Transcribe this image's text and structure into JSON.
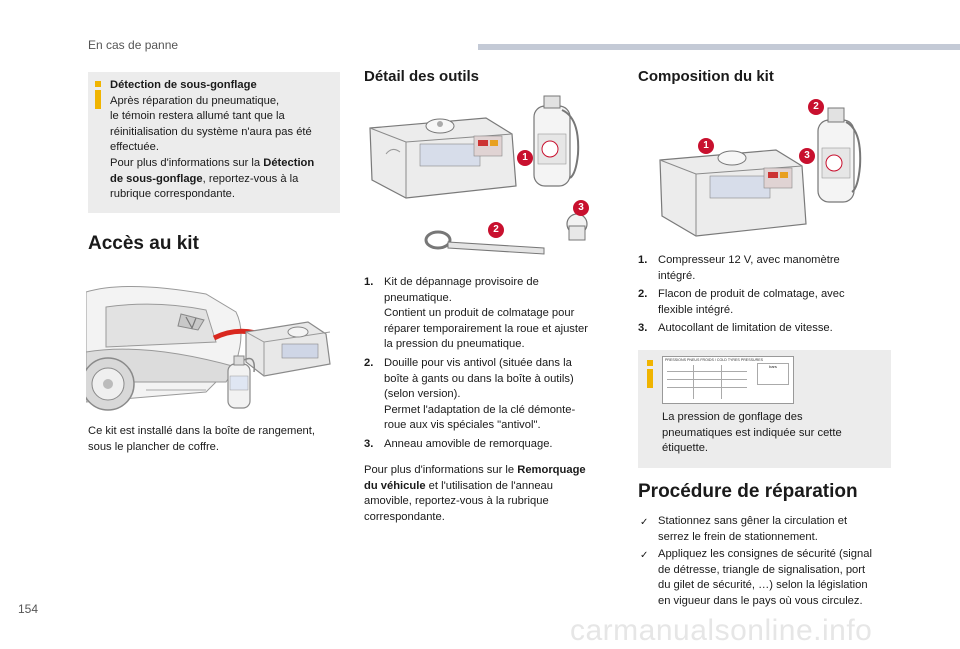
{
  "header": {
    "section_title": "En cas de panne"
  },
  "page": {
    "number": "154"
  },
  "watermark": "carmanualsonline.info",
  "left": {
    "info_box": {
      "title": "Détection de sous-gonflage",
      "line1": "Après réparation du pneumatique,",
      "line2": "le témoin restera allumé tant que la",
      "line3": "réinitialisation du système n'aura pas été",
      "line4": "effectuée.",
      "line5_a": "Pour plus d'informations sur la ",
      "line5_b": "Détection",
      "line6_a": "de sous-gonflage",
      "line6_b": ", reportez-vous à la",
      "line7": "rubrique correspondante."
    },
    "heading": "Accès au kit",
    "caption1": "Ce kit est installé dans la boîte de rangement,",
    "caption2": "sous le plancher de coffre."
  },
  "middle": {
    "heading": "Détail des outils",
    "badges": [
      "1",
      "2",
      "3"
    ],
    "items": [
      {
        "num": "1.",
        "lines": [
          "Kit de dépannage provisoire de",
          "pneumatique.",
          "Contient un produit de colmatage pour",
          "réparer temporairement la roue et ajuster",
          "la pression du pneumatique."
        ]
      },
      {
        "num": "2.",
        "lines": [
          "Douille pour vis antivol (située dans la",
          "boîte à gants ou dans la boîte à outils)",
          "(selon version).",
          "Permet l'adaptation de la clé démonte-",
          "roue aux vis spéciales \"antivol\"."
        ]
      },
      {
        "num": "3.",
        "lines": [
          "Anneau amovible de remorquage."
        ]
      }
    ],
    "note_a": "Pour plus d'informations sur le ",
    "note_b": "Remorquage",
    "note_c": "du véhicule",
    "note_d": " et l'utilisation de l'anneau",
    "note_e": "amovible, reportez-vous à la rubrique",
    "note_f": "correspondante."
  },
  "right": {
    "heading": "Composition du kit",
    "badges": [
      "1",
      "2",
      "3"
    ],
    "items": [
      {
        "num": "1.",
        "lines": [
          "Compresseur 12 V, avec manomètre",
          "intégré."
        ]
      },
      {
        "num": "2.",
        "lines": [
          "Flacon de produit de colmatage, avec",
          "flexible intégré."
        ]
      },
      {
        "num": "3.",
        "lines": [
          "Autocollant de limitation de vitesse."
        ]
      }
    ],
    "label_header": "PRESSIONS PNEUS FROIDS / COLD TYRES PRESSURES",
    "label_box": "bars",
    "info_line1": "La pression de gonflage des",
    "info_line2": "pneumatiques est indiquée sur cette",
    "info_line3": "étiquette.",
    "procedure_heading": "Procédure de réparation",
    "steps": [
      {
        "lines": [
          "Stationnez sans gêner la circulation et",
          "serrez le frein de stationnement."
        ]
      },
      {
        "lines": [
          "Appliquez les consignes de sécurité (signal",
          "de détresse, triangle de signalisation, port",
          "du gilet de sécurité, …) selon la législation",
          "en vigueur dans le pays où vous circulez."
        ]
      }
    ],
    "check_glyph": "✓"
  }
}
